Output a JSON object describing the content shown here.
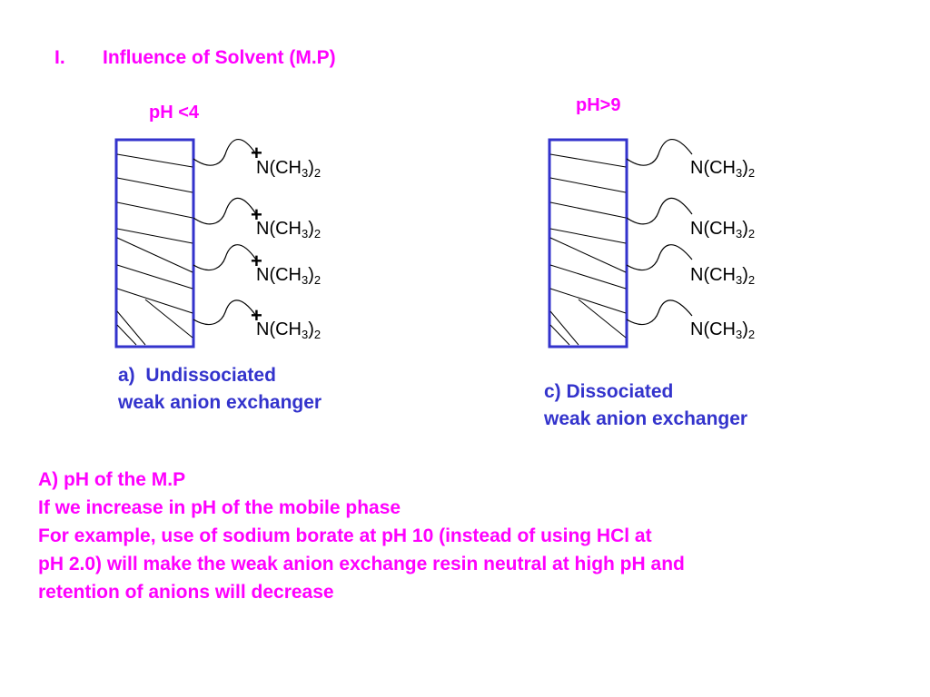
{
  "heading": {
    "number": "I.",
    "title": "Influence of Solvent (M.P)"
  },
  "left_panel": {
    "ph_label": "pH <4",
    "groups": [
      {
        "charge": "+",
        "n": "N(CH",
        "sub1": "3",
        "close": ")",
        "sub2": "2"
      },
      {
        "charge": "+",
        "n": "N(CH",
        "sub1": "3",
        "close": ")",
        "sub2": "2"
      },
      {
        "charge": "+",
        "n": "N(CH",
        "sub1": "3",
        "close": ")",
        "sub2": "2"
      },
      {
        "charge": "+",
        "n": "N(CH",
        "sub1": "3",
        "close": ")",
        "sub2": "2"
      }
    ],
    "caption_letter": "a)",
    "caption_line1": "Undissociated",
    "caption_line2": "weak anion exchanger"
  },
  "right_panel": {
    "ph_label": "pH>9",
    "groups": [
      {
        "n": "N(CH",
        "sub1": "3",
        "close": ")",
        "sub2": "2"
      },
      {
        "n": "N(CH",
        "sub1": "3",
        "close": ")",
        "sub2": "2"
      },
      {
        "n": "N(CH",
        "sub1": "3",
        "close": ")",
        "sub2": "2"
      },
      {
        "n": "N(CH",
        "sub1": "3",
        "close": ")",
        "sub2": "2"
      }
    ],
    "caption_line1": "c) Dissociated",
    "caption_line2": "weak anion exchanger"
  },
  "notes": {
    "line1": "A) pH of the M.P",
    "line2": "If we increase in pH of the mobile phase",
    "line3": "For example, use of sodium borate at pH 10 (instead of using HCl at",
    "line4": "pH 2.0) will make the weak anion exchange resin neutral at high pH and",
    "line5": "retention of anions will decrease"
  },
  "colors": {
    "text": "#ff00ff",
    "caption": "#3333cc",
    "resin_border": "#3333cc",
    "lines": "#000000"
  }
}
